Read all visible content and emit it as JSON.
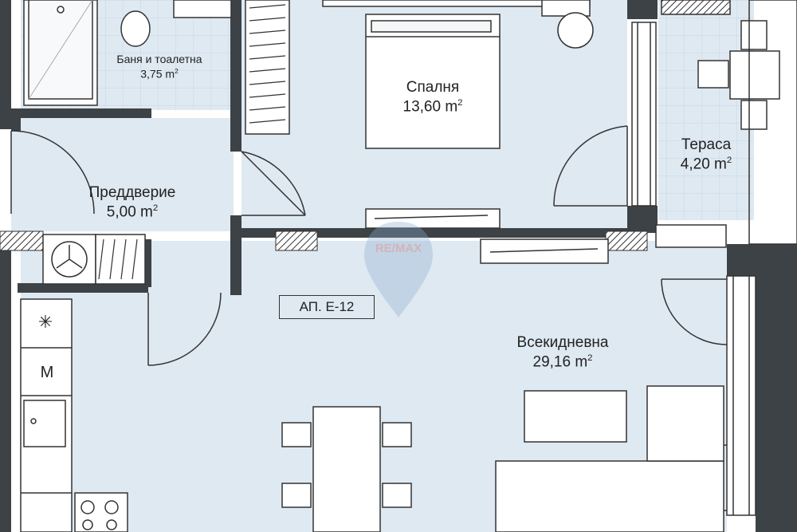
{
  "rooms": {
    "bathroom": {
      "name": "Баня и тоалетна",
      "area": "3,75 m",
      "sup": "2"
    },
    "bedroom": {
      "name": "Спалня",
      "area": "13,60 m",
      "sup": "2"
    },
    "terrace": {
      "name": "Тераса",
      "area": "4,20 m",
      "sup": "2"
    },
    "hall": {
      "name": "Преддверие",
      "area": "5,00 m",
      "sup": "2"
    },
    "living": {
      "name": "Всекидневна",
      "area": "29,16 m",
      "sup": "2"
    }
  },
  "apartment_tag": "АП. Е-12",
  "watermark": "RE/MAX",
  "appliance_icons": {
    "freezer": "✳",
    "microwave": "M"
  },
  "colors": {
    "floor": "#dfe9f2",
    "wall": "#3d4246",
    "tile_grid": "#c2d3e2",
    "line": "#333333"
  }
}
